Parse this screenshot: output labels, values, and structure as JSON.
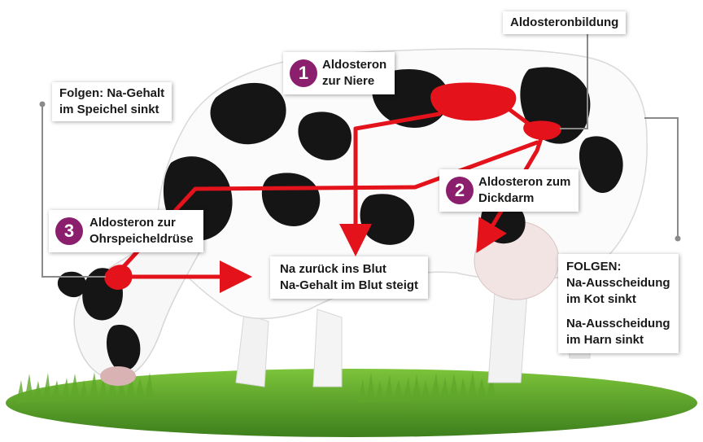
{
  "colors": {
    "arrow": "#e3121b",
    "organ": "#e3121b",
    "badge": "#8b1e6d",
    "connector": "#8a8a8a",
    "grass": "#5fa82a"
  },
  "labels": {
    "aldosteronbildung": "Aldosteronbildung",
    "step1": {
      "number": "1",
      "line1": "Aldosteron",
      "line2": "zur Niere"
    },
    "step2": {
      "number": "2",
      "line1": "Aldosteron zum",
      "line2": "Dickdarm"
    },
    "step3": {
      "number": "3",
      "line1": "Aldosteron zur",
      "line2": "Ohrspeicheldrüse"
    },
    "folgen_speichel": {
      "line1": "Folgen: Na-Gehalt",
      "line2": "im Speichel sinkt"
    },
    "na_blut": {
      "line1": "Na zurück ins Blut",
      "line2": "Na-Gehalt im Blut steigt"
    },
    "folgen_right": {
      "heading": "FOLGEN:",
      "kot_line1": "Na-Ausscheidung",
      "kot_line2": "im Kot sinkt",
      "harn_line1": "Na-Ausscheidung",
      "harn_line2": "im Harn sinkt"
    }
  },
  "icons": [
    "cow-illustration",
    "grass-illustration",
    "kidney-shape",
    "adrenal-shape",
    "parotid-shape"
  ]
}
